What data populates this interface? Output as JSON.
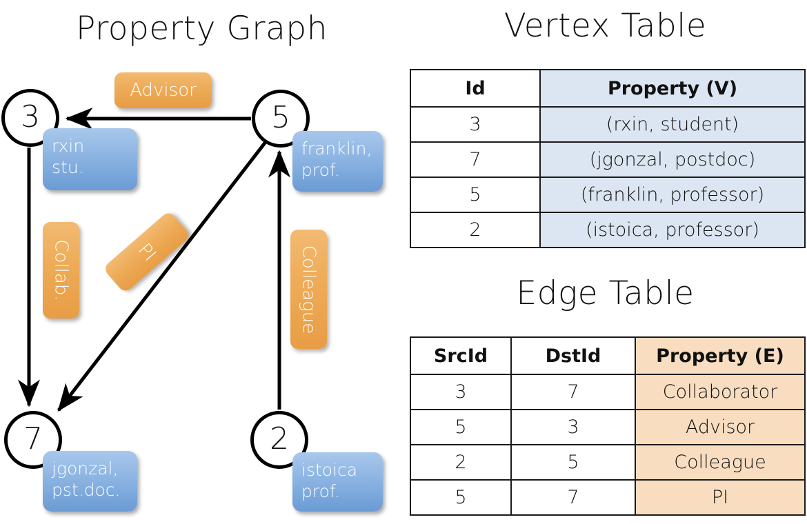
{
  "graph": {
    "title": "Property Graph",
    "nodes": [
      {
        "id": "3",
        "prop_line1": "rxin",
        "prop_line2": "stu."
      },
      {
        "id": "5",
        "prop_line1": "franklin,",
        "prop_line2": "prof."
      },
      {
        "id": "7",
        "prop_line1": "jgonzal,",
        "prop_line2": "pst.doc."
      },
      {
        "id": "2",
        "prop_line1": "istoica",
        "prop_line2": "prof."
      }
    ],
    "edge_labels": [
      {
        "name": "advisor",
        "text": "Advisor"
      },
      {
        "name": "collab",
        "text": "Collab."
      },
      {
        "name": "pi",
        "text": "PI"
      },
      {
        "name": "colleague",
        "text": "Colleague"
      }
    ],
    "colors": {
      "node_fill": "#ffffff",
      "node_stroke": "#000000",
      "property_box": "#7ba8dc",
      "edge_label_box": "#eeab57",
      "edge_line": "#000000"
    }
  },
  "vertex_table": {
    "title": "Vertex Table",
    "headers": [
      "Id",
      "Property (V)"
    ],
    "rows": [
      [
        "3",
        "(rxin, student)"
      ],
      [
        "7",
        "(jgonzal, postdoc)"
      ],
      [
        "5",
        "(franklin, professor)"
      ],
      [
        "2",
        "(istoica, professor)"
      ]
    ],
    "highlight_color": "#dce6f2"
  },
  "edge_table": {
    "title": "Edge Table",
    "headers": [
      "SrcId",
      "DstId",
      "Property (E)"
    ],
    "rows": [
      [
        "3",
        "7",
        "Collaborator"
      ],
      [
        "5",
        "3",
        "Advisor"
      ],
      [
        "2",
        "5",
        "Colleague"
      ],
      [
        "5",
        "7",
        "PI"
      ]
    ],
    "highlight_color": "#f8ddc0"
  }
}
